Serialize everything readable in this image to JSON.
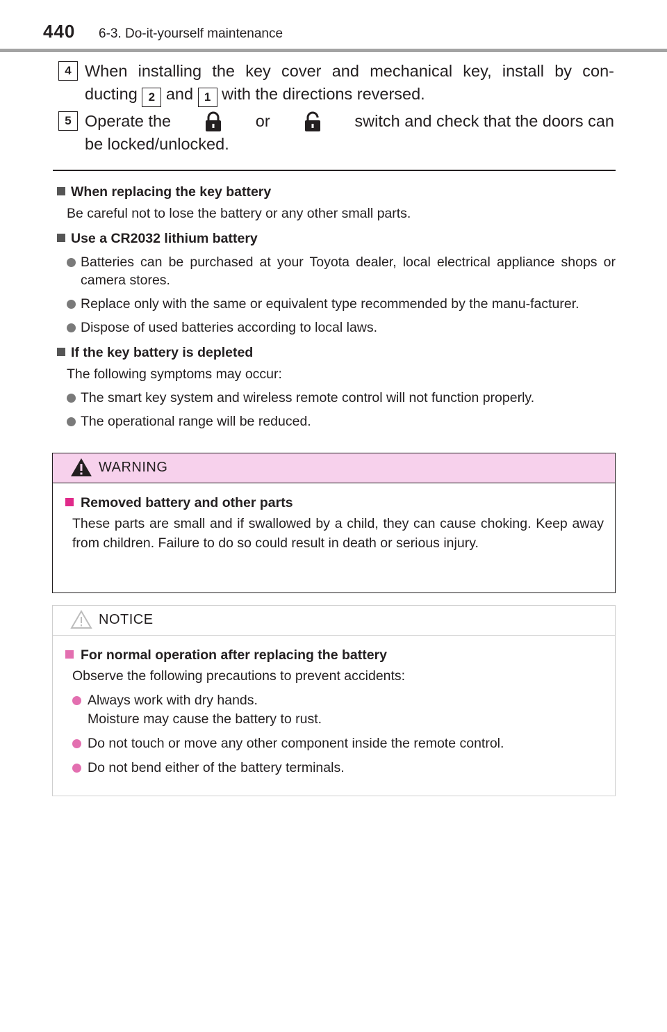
{
  "header": {
    "page_number": "440",
    "section_title": "6-3. Do-it-yourself maintenance"
  },
  "steps": {
    "step4": {
      "number": "4",
      "text_a": "When installing the key cover and mechanical key, install by con-",
      "text_b_pre": "ducting",
      "ref1": "2",
      "text_b_mid": "and",
      "ref2": "1",
      "text_b_post": "with the directions reversed."
    },
    "step5": {
      "number": "5",
      "text_a_pre": "Operate the",
      "text_a_mid": "or",
      "text_a_post": "switch and check that the doors can",
      "text_b": "be locked/unlocked.",
      "icon1": "lock-icon",
      "icon2": "unlock-icon"
    }
  },
  "notes": {
    "n1_head": "When replacing the key battery",
    "n1_body": "Be careful not to lose the battery or any other small parts.",
    "n2_head": "Use a CR2032 lithium battery",
    "n2_b1": "Batteries can be purchased at your Toyota dealer, local electrical appliance shops or camera stores.",
    "n2_b2": "Replace only with the same or equivalent type recommended by the manu-facturer.",
    "n2_b3": "Dispose of used batteries according to local laws.",
    "n3_head": "If the key battery is depleted",
    "n3_body": "The following symptoms may occur:",
    "n3_b1": "The smart key system and wireless remote control will not function properly.",
    "n3_b2": "The operational range will be reduced."
  },
  "warning": {
    "label": "WARNING",
    "title": "Removed battery and other parts",
    "text": "These parts are small and if swallowed by a child, they can cause choking. Keep away from children. Failure to do so could result in death or serious injury.",
    "colors": {
      "header_bg": "#f7d1ec",
      "accent": "#e02a8a"
    }
  },
  "notice": {
    "label": "NOTICE",
    "title": "For normal operation after replacing the battery",
    "text": "Observe the following precautions to prevent accidents:",
    "b1_line1": "Always work with dry hands.",
    "b1_line2": "Moisture may cause the battery to rust.",
    "b2": "Do not touch or move any other component inside the remote control.",
    "b3": "Do not bend either of the battery terminals.",
    "colors": {
      "accent": "#e36fb0"
    }
  }
}
